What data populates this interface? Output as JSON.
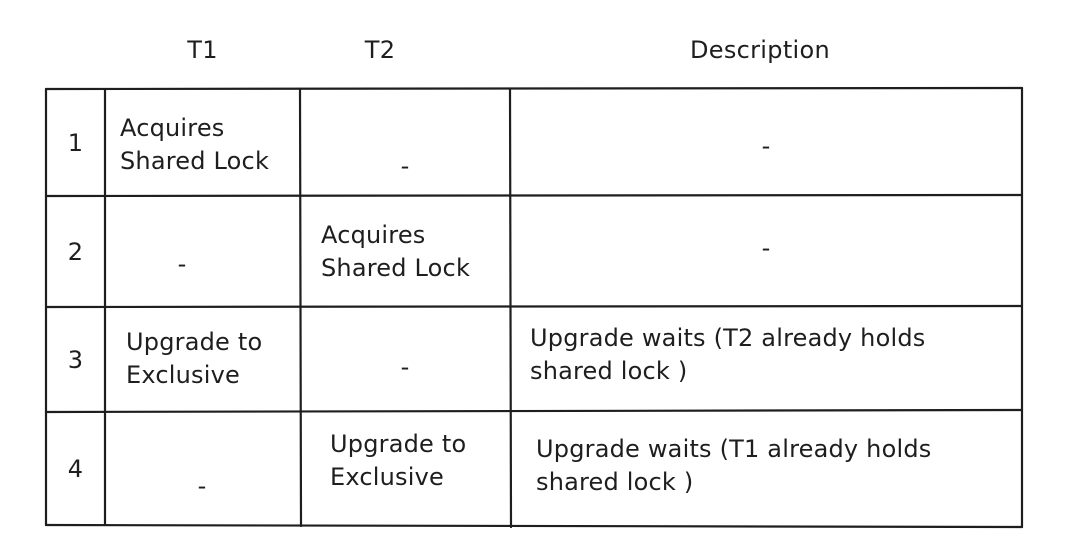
{
  "table": {
    "headers": {
      "t1": "T1",
      "t2": "T2",
      "description": "Description"
    },
    "rows": [
      {
        "step": "1",
        "t1": "Acquires\nShared Lock",
        "t2": "-",
        "description": "-"
      },
      {
        "step": "2",
        "t1": "-",
        "t2": "Acquires\nShared Lock",
        "description": "-"
      },
      {
        "step": "3",
        "t1": "Upgrade to\nExclusive",
        "t2": "-",
        "description": "Upgrade waits (T2 already holds\nshared lock )"
      },
      {
        "step": "4",
        "t1": "-",
        "t2": "Upgrade to\nExclusive",
        "description": "Upgrade waits (T1 already holds\nshared lock )"
      }
    ]
  },
  "colors": {
    "ink": "#1e1e1e",
    "background": "#ffffff"
  }
}
